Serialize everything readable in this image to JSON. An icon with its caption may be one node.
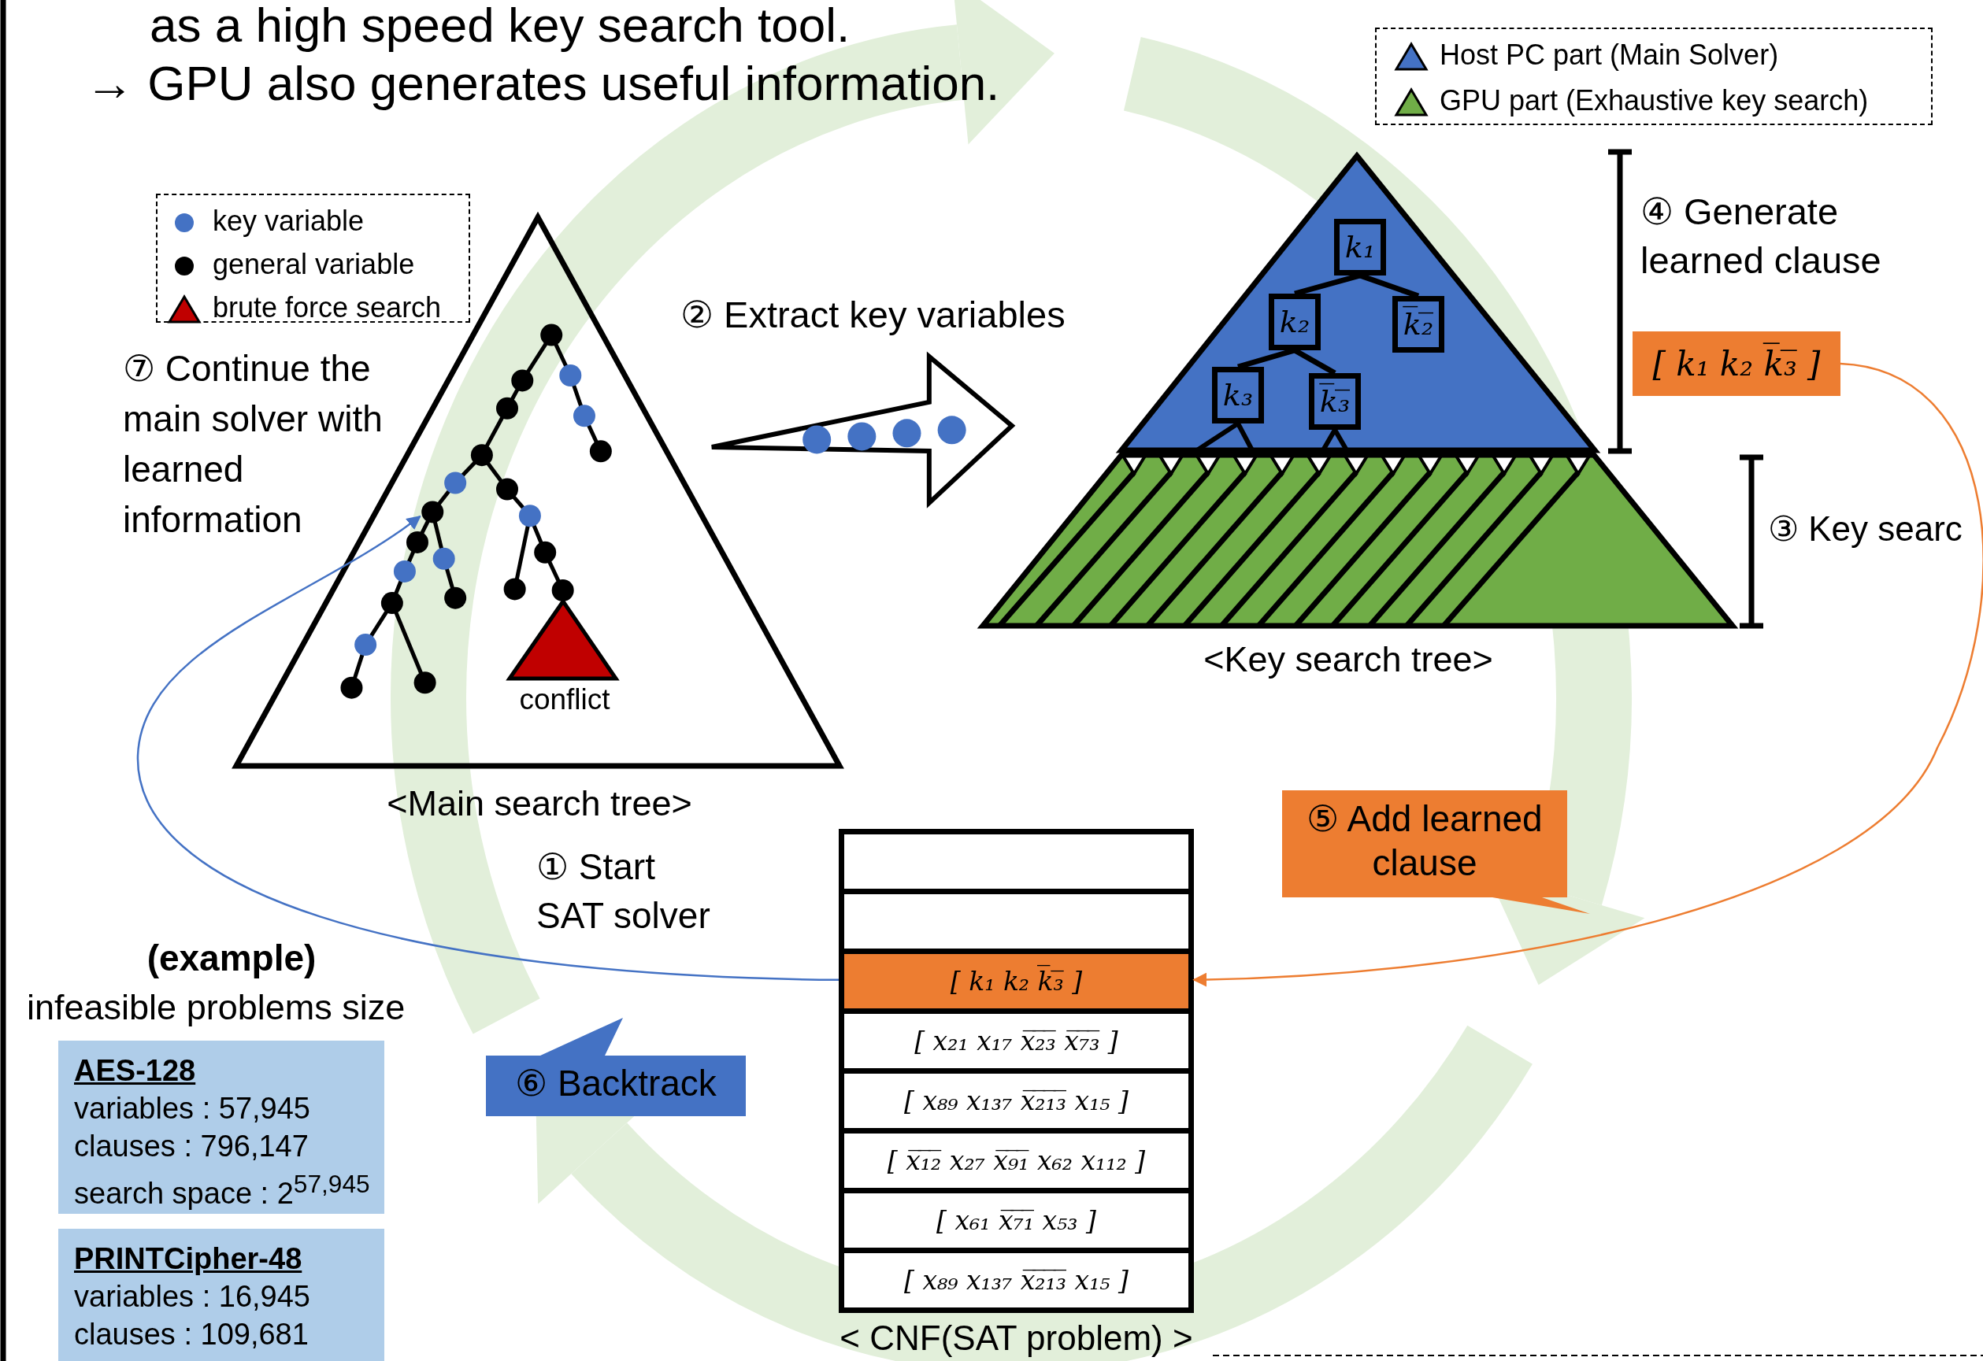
{
  "diagram": {
    "nodes": [
      {
        "text": [
          "<Main search tree>"
        ]
      },
      {
        "text": [
          "conflict"
        ],
        "in": 0
      },
      {
        "text": [
          "<Key search tree>"
        ]
      },
      {
        "text": [
          "k₁"
        ],
        "in": 2
      },
      {
        "text": [
          "k₂"
        ],
        "in": 2
      },
      {
        "text": [
          "k̅₂̅"
        ],
        "in": 2
      },
      {
        "text": [
          "k₃"
        ],
        "in": 2
      },
      {
        "text": [
          "k̅₃̅"
        ],
        "in": 2
      },
      {
        "text": [
          "[ k₁ k₂ k̅₃̅ ]"
        ]
      },
      {
        "text": [
          "⑤ Add learned clause"
        ]
      },
      {
        "text": [
          "⑥ Backtrack"
        ]
      },
      {
        "text": [
          "< CNF(SAT problem) >"
        ]
      },
      {
        "text": [],
        "shape": "box",
        "in": 11
      },
      {
        "text": [],
        "shape": "box",
        "in": 11
      },
      {
        "text": [
          "[ k₁ k₂ k̅₃̅ ]"
        ],
        "in": 11
      },
      {
        "text": [
          "[ x₂₁ x₁₇ x̅₂̅₃̅ x̅₇̅₃̅ ]"
        ],
        "in": 11
      },
      {
        "text": [
          "[ x₈₉ x₁₃₇ x̅₂̅₁̅₃̅ x₁₅ ]"
        ],
        "in": 11
      },
      {
        "text": [
          "[ x̅₁̅₂̅ x₂₇ x̅₉̅₁̅ x₆₂ x₁₁₂ ]"
        ],
        "in": 11
      },
      {
        "text": [
          "[ x₆₁ x̅₇̅₁̅ x₅₃ ]"
        ],
        "in": 11
      },
      {
        "text": [
          "[ x₈₉ x₁₃₇ x̅₂̅₁̅₃̅ x₁₅ ]"
        ],
        "in": 11
      },
      {
        "text": [
          "AES-128",
          "variables : 57,945",
          "clauses : 796,147",
          "search space : 2$^{57,945}$"
        ]
      },
      {
        "text": [
          "PRINTCipher-48",
          "variables : 16,945",
          "clauses : 109,681"
        ]
      }
    ],
    "edges": [
      {
        "from": 0,
        "to": 2,
        "arrow": "to",
        "label": "② Extract key variables"
      },
      {
        "from": 3,
        "to": 4,
        "arrow": "none"
      },
      {
        "from": 3,
        "to": 5,
        "arrow": "none"
      },
      {
        "from": 4,
        "to": 6,
        "arrow": "none"
      },
      {
        "from": 4,
        "to": 7,
        "arrow": "none"
      },
      {
        "from": 8,
        "to": 14,
        "arrow": "to",
        "color": "#ed7d31"
      },
      {
        "from": 14,
        "to": 0,
        "arrow": "to",
        "color": "#4472c4"
      }
    ],
    "labels": [
      "as a high speed key search tool.",
      "→ GPU also generates useful information.",
      "④ Generate learned clause",
      "⑦ Continue the main solver with learned information",
      "③ Key searc",
      "① Start SAT solver",
      "(example)",
      "infeasible problems size"
    ],
    "legend": [
      {
        "text": "Host PC part (Main Solver)"
      },
      {
        "text": "GPU part (Exhaustive key search)"
      },
      {
        "text": "key variable"
      },
      {
        "text": "general variable"
      },
      {
        "text": "brute force search"
      }
    ]
  }
}
